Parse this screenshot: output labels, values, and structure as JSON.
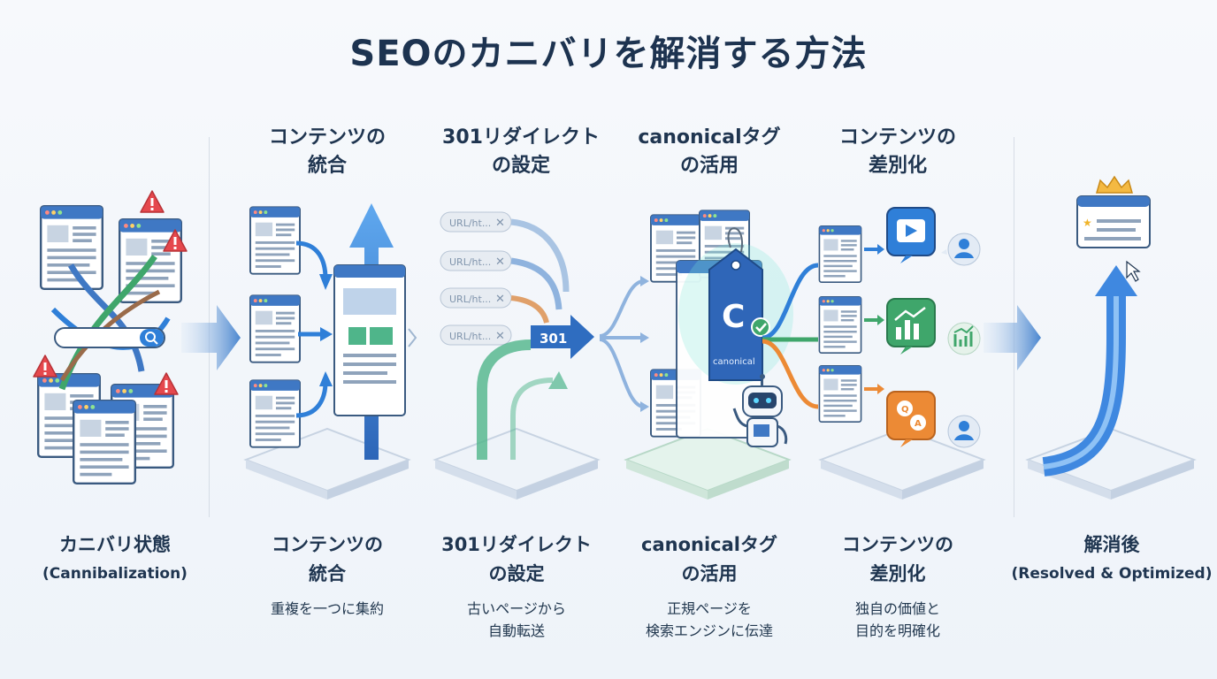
{
  "title": "SEOのカニバリを解消する方法",
  "columns": [
    {
      "id": "before",
      "top": [],
      "bottom": [
        "カニバリ状態",
        "(Cannibalization)"
      ],
      "desc": []
    },
    {
      "id": "merge",
      "top": [
        "コンテンツの",
        "統合"
      ],
      "bottom": [
        "コンテンツの",
        "統合"
      ],
      "desc": [
        "重複を一つに集約"
      ]
    },
    {
      "id": "redirect",
      "top": [
        "301リダイレクト",
        "の設定"
      ],
      "bottom": [
        "301リダイレクト",
        "の設定"
      ],
      "desc": [
        "古いページから",
        "自動転送"
      ]
    },
    {
      "id": "canonical",
      "top": [
        "canonicalタグ",
        "の活用"
      ],
      "bottom": [
        "canonicalタグ",
        "の活用"
      ],
      "desc": [
        "正規ページを",
        "検索エンジンに伝達"
      ]
    },
    {
      "id": "differentiate",
      "top": [
        "コンテンツの",
        "差別化"
      ],
      "bottom": [
        "コンテンツの",
        "差別化"
      ],
      "desc": [
        "独自の価値と",
        "目的を明確化"
      ]
    },
    {
      "id": "after",
      "top": [],
      "bottom": [
        "解消後",
        "(Resolved & Optimized)"
      ],
      "desc": []
    }
  ],
  "graphics": {
    "url_chip_text": "URL/ht...",
    "redirect_code": "301",
    "canonical_letter": "C",
    "canonical_tag_text": "canonical"
  },
  "colors": {
    "accent_blue": "#2f7fd8",
    "warning_red": "#e5484d",
    "green": "#3fa66b",
    "orange": "#ec8a35"
  }
}
